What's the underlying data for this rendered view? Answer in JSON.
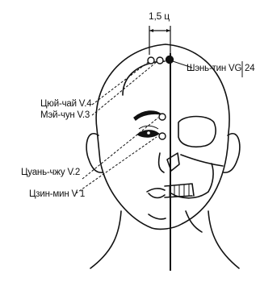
{
  "measurement": {
    "label": "1,5 ц"
  },
  "points": {
    "v4": {
      "label": "Цюй-чай V.4"
    },
    "v3": {
      "label": "Мэй-чун V.3"
    },
    "v2": {
      "label": "Цуань-чжу V.2"
    },
    "v1": {
      "label": "Цзин-мин V 1"
    },
    "vg24": {
      "name": "Шэнь-тин VG",
      "number": "24"
    }
  },
  "colors": {
    "ink": "#111111",
    "background": "#ffffff"
  }
}
